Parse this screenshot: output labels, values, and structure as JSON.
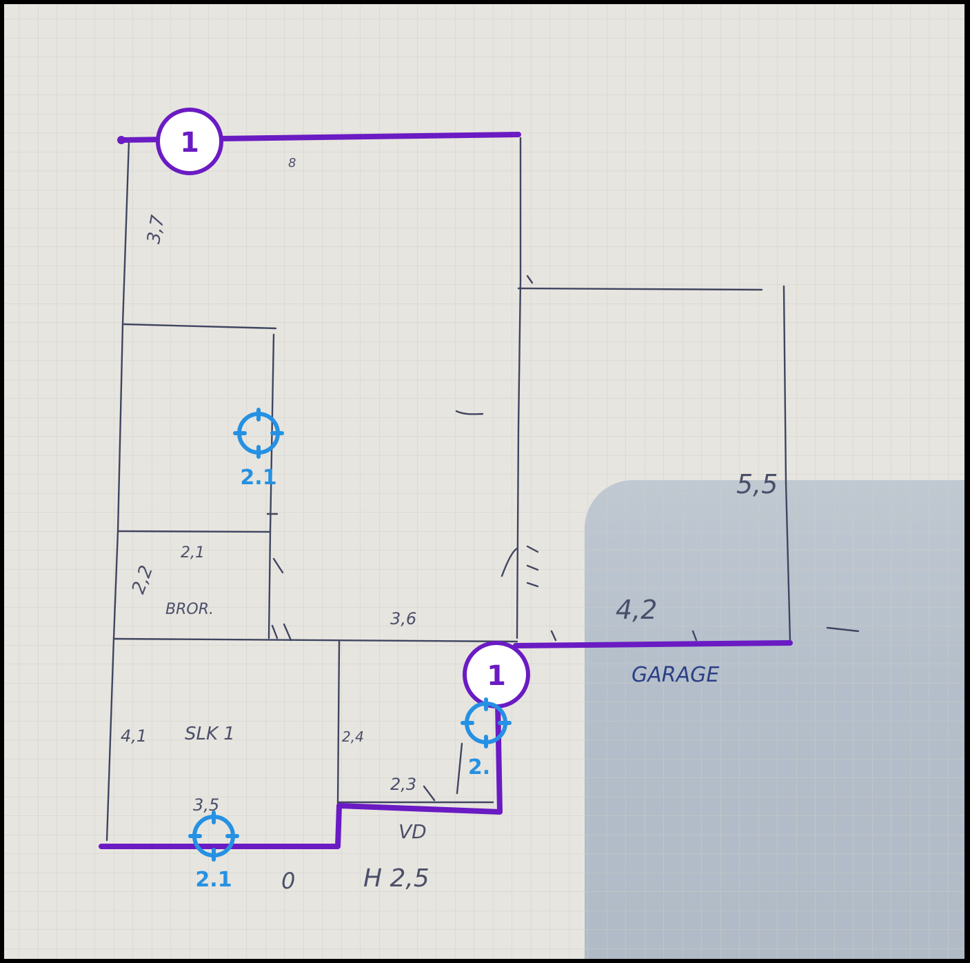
{
  "sketch_labels": {
    "top": "8",
    "left_upper": "3,7",
    "right_wall": "5,5",
    "room_dim_a": "2,1",
    "room_dim_b": "2,2",
    "room_name_broom": "BROR.",
    "hall_dim": "3,6",
    "garage_dim": "4,2",
    "garage_name": "GARAGE",
    "bedroom_dim": "4,1",
    "bedroom_name": "SLK 1",
    "small_room_dim": "2,4",
    "closet_dim": "2,3",
    "vd": "VD",
    "bottom_dim": "3,5",
    "zero": "0",
    "height": "H 2,5"
  },
  "markers": [
    {
      "kind": "route-number",
      "text": "1"
    },
    {
      "kind": "route-number",
      "text": "1"
    },
    {
      "kind": "target",
      "text": "2.1"
    },
    {
      "kind": "target",
      "text": "2."
    },
    {
      "kind": "target",
      "text": "2.1"
    }
  ],
  "colors": {
    "route": "#6a1bc3",
    "target": "#2591e3",
    "paper": "#e7e5df",
    "pencil": "#3f4560"
  }
}
